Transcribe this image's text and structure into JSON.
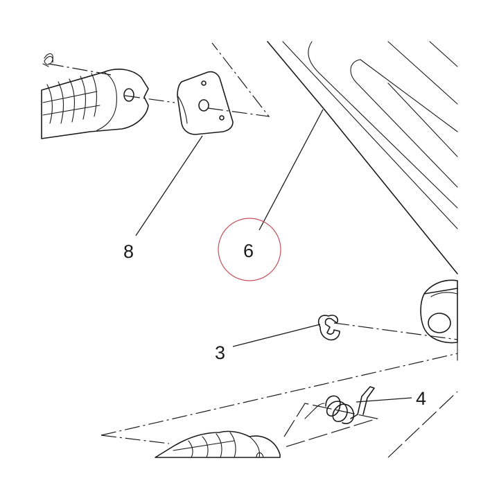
{
  "labels": {
    "part_8": "8",
    "part_6": "6",
    "part_3": "3",
    "part_4": "4"
  },
  "colors": {
    "ink": "#1a1a1a",
    "highlight_circle": "#c0505a",
    "background": "#ffffff"
  }
}
